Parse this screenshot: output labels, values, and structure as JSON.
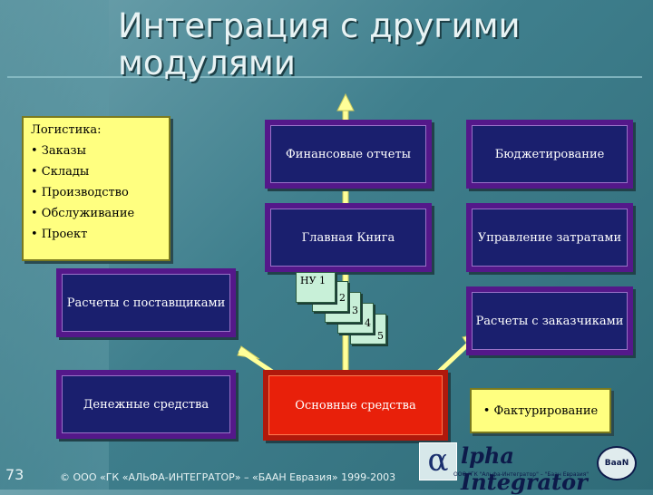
{
  "title": "Интеграция с другими модулями",
  "logistics": {
    "heading": "Логистика:",
    "items": [
      "• Заказы",
      "• Склады",
      "• Производство",
      "• Обслуживание",
      "• Проект"
    ]
  },
  "boxes": {
    "fin_reports": "Финансовые отчеты",
    "budgeting": "Бюджетирование",
    "general_ledger": "Главная Книга",
    "cost_mgmt": "Управление затратами",
    "payables": "Расчеты с поставщиками",
    "receivables": "Расчеты с заказчиками",
    "cash": "Денежные средства",
    "fixed_assets": "Основные средства",
    "invoicing": "• Фактурирование"
  },
  "ledgers": [
    "НУ 1",
    "2",
    "3",
    "4",
    "5"
  ],
  "footer": {
    "slide_number": "73",
    "copyright": "© ООО «ГК «АЛЬФА-ИНТЕГРАТОР» – «БААН Евразия» 1999-2003"
  },
  "logo": {
    "alpha_glyph": "α",
    "name": "lpha Integrator",
    "sub": "ООО \"ГК \"Альфа-Интегратор\" – \"Баан Евразия\"",
    "badge": "BaaN"
  },
  "colors": {
    "background": "#3f7f8d",
    "navy_box": "#1a1f6e",
    "red_box": "#e8200a",
    "yellow_box": "#ffff80",
    "arrow": "#ffff99"
  }
}
